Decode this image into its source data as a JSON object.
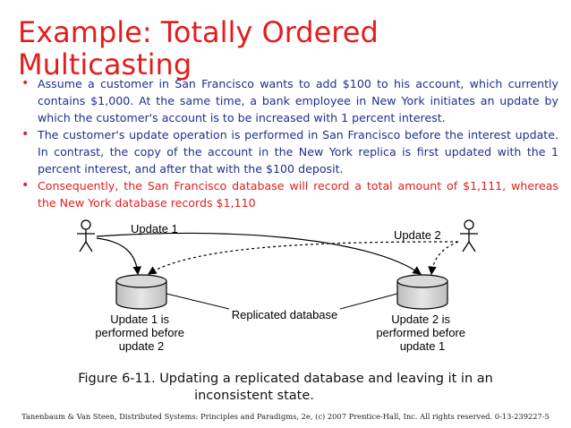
{
  "slide": {
    "title": "Example: Totally Ordered Multicasting",
    "bullets": [
      "Assume a customer in San Francisco wants to add $100 to his account, which currently contains $1,000. At the same time, a bank employee in New York initiates an update by which the customer's account is to be increased with 1 percent interest.",
      "The customer's update operation is performed in San Francisco before the interest update. In contrast, the copy of the account in the New York replica is first updated with the 1 percent interest, and after that with the $100 deposit.",
      "Consequently, the San Francisco database will record a total amount of $1,111, whereas the New York database records $1,110"
    ],
    "colors": {
      "title": "#e31d1d",
      "bullet_text": "#1f2f8c",
      "highlight": "#e31d1d"
    }
  },
  "diagram": {
    "update1_label": "Update 1",
    "update2_label": "Update 2",
    "replicated_label": "Replicated database",
    "left_db_caption": [
      "Update 1 is",
      "performed before",
      "update 2"
    ],
    "right_db_caption": [
      "Update 2 is",
      "performed before",
      "update 1"
    ]
  },
  "caption": {
    "line1": "Figure 6-11. Updating a replicated database and  leaving it in an",
    "line2": "inconsistent state."
  },
  "footer": "Tanenbaum & Van Steen, Distributed Systems: Principles and Paradigms, 2e, (c) 2007 Prentice-Hall, Inc. All rights reserved. 0-13-239227-5"
}
